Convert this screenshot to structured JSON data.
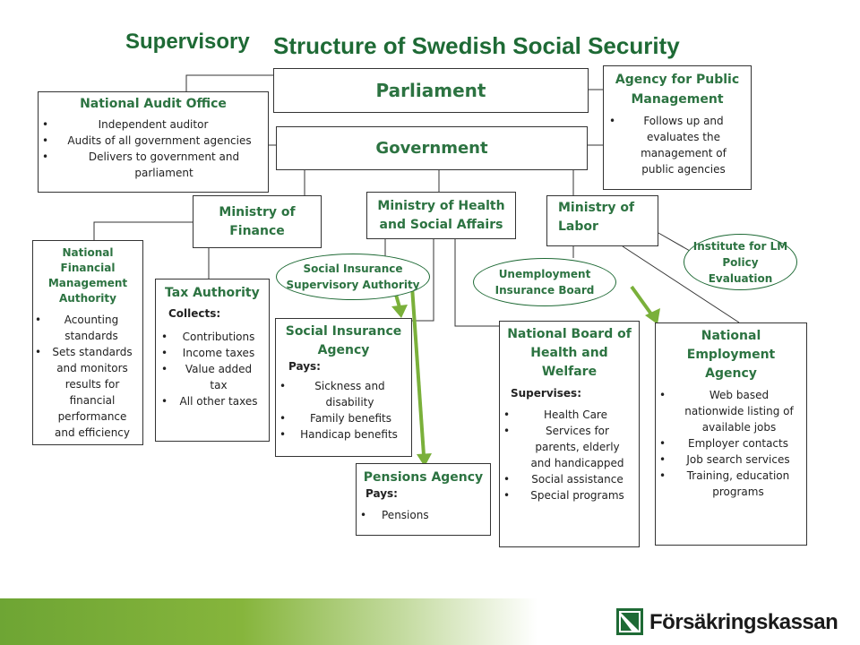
{
  "title": {
    "left": "Supervisory",
    "right": "Structure of Swedish Social Security"
  },
  "parliament": "Parliament",
  "government": "Government",
  "agency_public_management": {
    "heading": "Agency for Public Management",
    "items": [
      "Follows up and evaluates the management of public agencies"
    ]
  },
  "national_audit_office": {
    "heading": "National Audit Office",
    "items": [
      "Independent auditor",
      "Audits of all government agencies",
      "Delivers to government and parliament"
    ]
  },
  "ministry_finance": "Ministry of Finance",
  "ministry_health": "Ministry of Health and Social Affairs",
  "ministry_labor": "Ministry of Labor",
  "institute_lm": "Institute for LM Policy Evaluation",
  "financial_management": {
    "heading": "National Financial Management Authority",
    "items": [
      "Acounting standards",
      "Sets standards and monitors results for financial performance and efficiency"
    ]
  },
  "tax_authority": {
    "heading": "Tax Authority",
    "label": "Collects:",
    "items": [
      "Contributions",
      "Income taxes",
      "Value added tax",
      "All other taxes"
    ]
  },
  "social_insurance_supervisory": "Social Insurance Supervisory Authority",
  "unemployment_board": "Unemployment Insurance Board",
  "social_insurance_agency": {
    "heading": "Social Insurance Agency",
    "label": "Pays:",
    "items": [
      "Sickness and disability",
      "Family benefits",
      "Handicap benefits"
    ]
  },
  "pensions_agency": {
    "heading": "Pensions Agency",
    "label": "Pays:",
    "items": [
      "Pensions"
    ]
  },
  "health_welfare": {
    "heading": "National Board of Health and Welfare",
    "label": "Supervises:",
    "items": [
      "Health Care",
      "Services for parents, elderly and handicapped",
      "Social assistance",
      "Special programs"
    ]
  },
  "employment_agency": {
    "heading": "National Employment Agency",
    "items": [
      "Web based nationwide listing of available jobs",
      "Employer contacts",
      "Job search services",
      "Training, education programs"
    ]
  },
  "logo": "Försäkringskassan",
  "colors": {
    "heading_green": "#2c7341",
    "arrow_green": "#7ab03a",
    "title_green": "#1e6a35"
  }
}
